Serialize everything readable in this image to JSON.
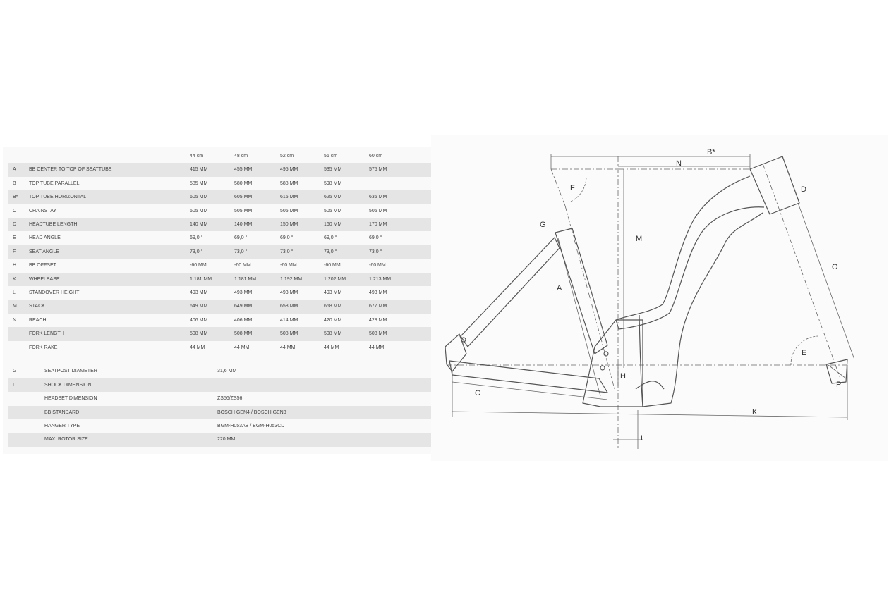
{
  "geometry_table": {
    "sizes": [
      "44 cm",
      "48 cm",
      "52 cm",
      "56 cm",
      "60 cm"
    ],
    "rows": [
      {
        "code": "A",
        "name": "BB CENTER TO TOP OF SEATTUBE",
        "values": [
          "415 MM",
          "455 MM",
          "495 MM",
          "535 MM",
          "575 MM"
        ]
      },
      {
        "code": "B",
        "name": "TOP TUBE PARALLEL",
        "values": [
          "585 MM",
          "580 MM",
          "588 MM",
          "598 MM",
          ""
        ]
      },
      {
        "code": "B*",
        "name": "TOP TUBE HORIZONTAL",
        "values": [
          "605 MM",
          "605 MM",
          "615 MM",
          "625 MM",
          "635 MM"
        ]
      },
      {
        "code": "C",
        "name": "CHAINSTAY",
        "values": [
          "505 MM",
          "505 MM",
          "505 MM",
          "505 MM",
          "505 MM"
        ]
      },
      {
        "code": "D",
        "name": "HEADTUBE LENGTH",
        "values": [
          "140 MM",
          "140 MM",
          "150 MM",
          "160 MM",
          "170 MM"
        ]
      },
      {
        "code": "E",
        "name": "HEAD ANGLE",
        "values": [
          "69,0 °",
          "69,0 °",
          "69,0 °",
          "69,0 °",
          "69,0 °"
        ]
      },
      {
        "code": "F",
        "name": "SEAT ANGLE",
        "values": [
          "73,0 °",
          "73,0 °",
          "73,0 °",
          "73,0 °",
          "73,0 °"
        ]
      },
      {
        "code": "H",
        "name": "BB OFFSET",
        "values": [
          "-60 MM",
          "-60 MM",
          "-60 MM",
          "-60 MM",
          "-60 MM"
        ]
      },
      {
        "code": "K",
        "name": "WHEELBASE",
        "values": [
          "1.181 MM",
          "1.181 MM",
          "1.192 MM",
          "1.202 MM",
          "1.213 MM"
        ]
      },
      {
        "code": "L",
        "name": "STANDOVER HEIGHT",
        "values": [
          "493 MM",
          "493 MM",
          "493 MM",
          "493 MM",
          "493 MM"
        ]
      },
      {
        "code": "M",
        "name": "STACK",
        "values": [
          "649 MM",
          "649 MM",
          "658 MM",
          "668 MM",
          "677 MM"
        ]
      },
      {
        "code": "N",
        "name": "REACH",
        "values": [
          "406 MM",
          "406 MM",
          "414 MM",
          "420 MM",
          "428 MM"
        ]
      },
      {
        "code": "",
        "name": "FORK LENGTH",
        "values": [
          "508 MM",
          "508 MM",
          "508 MM",
          "508 MM",
          "508 MM"
        ]
      },
      {
        "code": "",
        "name": "FORK RAKE",
        "values": [
          "44 MM",
          "44 MM",
          "44 MM",
          "44 MM",
          "44 MM"
        ]
      }
    ]
  },
  "spec_table": {
    "rows": [
      {
        "code": "G",
        "name": "SEATPOST DIAMETER",
        "value": "31,6 MM"
      },
      {
        "code": "I",
        "name": "SHOCK DIMENSION",
        "value": ""
      },
      {
        "code": "",
        "name": "HEADSET DIMENSION",
        "value": "ZS56/ZS56"
      },
      {
        "code": "",
        "name": "BB STANDARD",
        "value": "BOSCH GEN4 / BOSCH GEN3"
      },
      {
        "code": "",
        "name": "HANGER TYPE",
        "value": "BGM-H053AB / BGM-H053CD"
      },
      {
        "code": "",
        "name": "MAX. ROTOR SIZE",
        "value": "220 MM"
      }
    ]
  },
  "diagram": {
    "labels": [
      "B*",
      "N",
      "F",
      "D",
      "G",
      "M",
      "A",
      "O",
      "E",
      "H",
      "P",
      "C",
      "K",
      "L"
    ]
  },
  "colors": {
    "row_shade": "#e5e5e5",
    "frame_line": "#555555",
    "dim_line": "#666666"
  }
}
